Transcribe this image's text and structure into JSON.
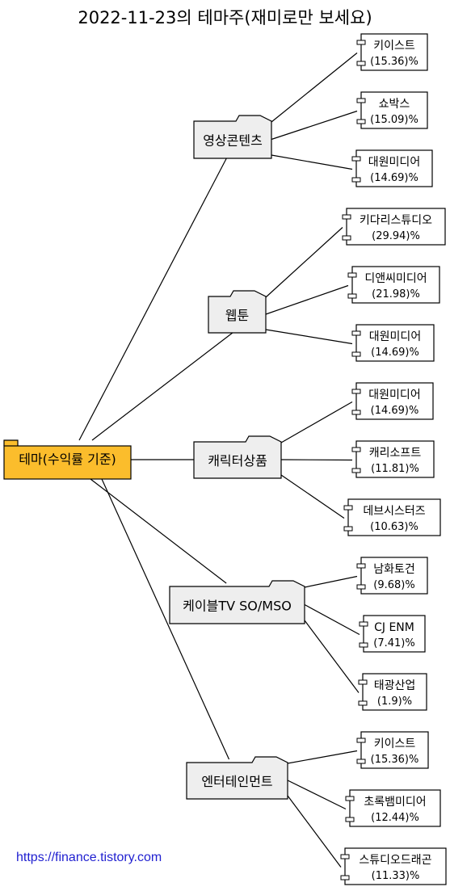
{
  "title": "2022-11-23의 테마주(재미로만 보세요)",
  "root": {
    "label": "테마(수익률 기준)"
  },
  "themes": [
    {
      "label": "영상콘텐츠",
      "stocks": [
        {
          "name": "키이스트",
          "ret": "(15.36)%"
        },
        {
          "name": "쇼박스",
          "ret": "(15.09)%"
        },
        {
          "name": "대원미디어",
          "ret": "(14.69)%"
        }
      ]
    },
    {
      "label": "웹툰",
      "stocks": [
        {
          "name": "키다리스튜디오",
          "ret": "(29.94)%"
        },
        {
          "name": "디앤씨미디어",
          "ret": "(21.98)%"
        },
        {
          "name": "대원미디어",
          "ret": "(14.69)%"
        }
      ]
    },
    {
      "label": "캐릭터상품",
      "stocks": [
        {
          "name": "대원미디어",
          "ret": "(14.69)%"
        },
        {
          "name": "캐리소프트",
          "ret": "(11.81)%"
        },
        {
          "name": "데브시스터즈",
          "ret": "(10.63)%"
        }
      ]
    },
    {
      "label": "케이블TV SO/MSO",
      "stocks": [
        {
          "name": "남화토건",
          "ret": "(9.68)%"
        },
        {
          "name": "CJ ENM",
          "ret": "(7.41)%"
        },
        {
          "name": "태광산업",
          "ret": "(1.9)%"
        }
      ]
    },
    {
      "label": "엔터테인먼트",
      "stocks": [
        {
          "name": "키이스트",
          "ret": "(15.36)%"
        },
        {
          "name": "초록뱀미디어",
          "ret": "(12.44)%"
        },
        {
          "name": "스튜디오드래곤",
          "ret": "(11.33)%"
        }
      ]
    }
  ],
  "footer": "https://finance.tistory.com",
  "colors": {
    "root_fill": "#fbbd2c",
    "theme_fill": "#eeeeee",
    "stock_fill": "#ffffff",
    "line": "#000000"
  }
}
